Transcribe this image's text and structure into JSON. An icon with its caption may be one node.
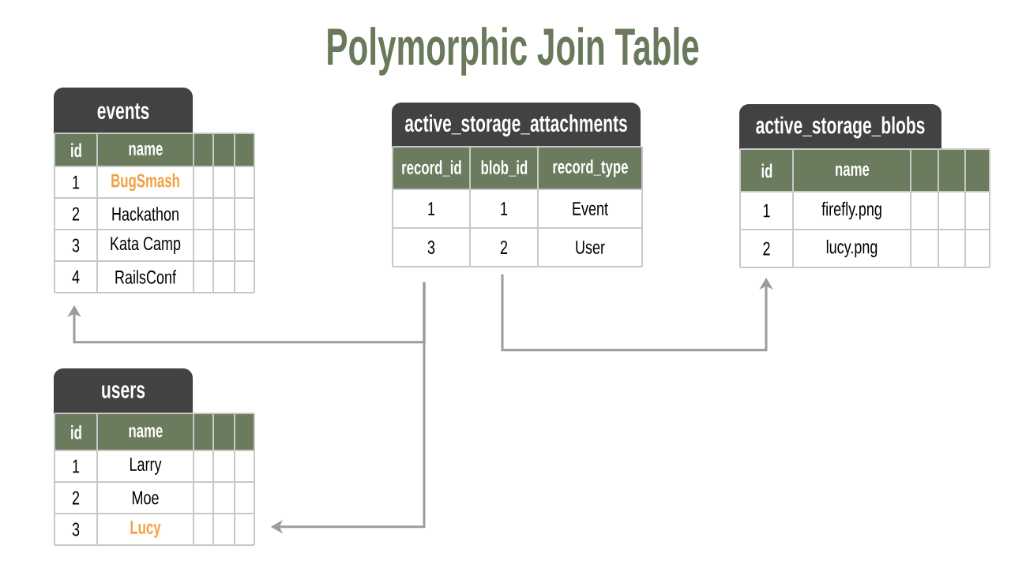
{
  "diagram": {
    "title": "Polymorphic Join Table",
    "nodes": [
      {
        "text": [
          "events",
          "id",
          "name",
          "1",
          "BugSmash",
          "2",
          "Hackathon",
          "3",
          "Kata Camp",
          "4",
          "RailsConf"
        ]
      },
      {
        "text": [
          "active_storage_attachments",
          "record_id",
          "blob_id",
          "record_type",
          "1",
          "1",
          "Event",
          "3",
          "2",
          "User"
        ]
      },
      {
        "text": [
          "active_storage_blobs",
          "id",
          "name",
          "1",
          "firefly.png",
          "2",
          "lucy.png"
        ]
      },
      {
        "text": [
          "users",
          "id",
          "name",
          "1",
          "Larry",
          "2",
          "Moe",
          "3",
          "Lucy"
        ]
      }
    ],
    "edges": [
      {
        "from": 1,
        "to": 0,
        "arrow": "to"
      },
      {
        "from": 1,
        "to": 3,
        "arrow": "to"
      },
      {
        "from": 1,
        "to": 2,
        "arrow": "to"
      }
    ]
  }
}
